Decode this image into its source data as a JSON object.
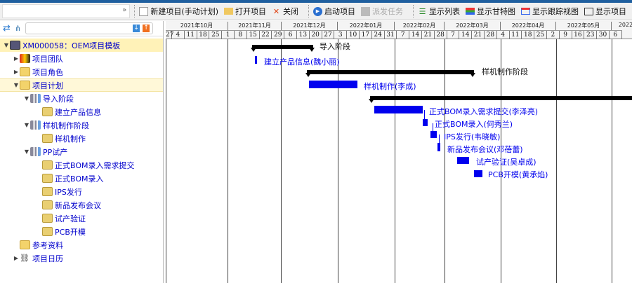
{
  "toolbar": {
    "items": [
      {
        "label": "新建项目(手动计划)",
        "icon": "new-document-icon"
      },
      {
        "label": "打开项目",
        "icon": "folder-open-icon"
      },
      {
        "label": "关闭",
        "icon": "close-icon"
      },
      {
        "label": "启动项目",
        "icon": "play-icon"
      },
      {
        "label": "派发任务",
        "icon": "dispatch-icon",
        "disabled": true
      },
      {
        "label": "显示列表",
        "icon": "list-icon"
      },
      {
        "label": "显示甘特图",
        "icon": "gantt-icon"
      },
      {
        "label": "显示跟踪视图",
        "icon": "tracking-icon"
      },
      {
        "label": "显示项目",
        "icon": "project-view-icon"
      }
    ]
  },
  "tree": {
    "root": "XM000058：OEM项目模板",
    "team": "项目团队",
    "roles": "项目角色",
    "plan": "项目计划",
    "phase1": "导入阶段",
    "t1": "建立产品信息",
    "phase2": "样机制作阶段",
    "t2": "样机制作",
    "phase3": "PP试产",
    "t3": "正式BOM录入需求提交",
    "t4": "正式BOM录入",
    "t5": "IPS发行",
    "t6": "新品发布会议",
    "t7": "试产验证",
    "t8": "PCB开模",
    "refs": "参考资料",
    "calendar": "项目日历"
  },
  "gantt": {
    "months": [
      "2021年10月",
      "2021年11月",
      "2021年12月",
      "2022年01月",
      "2022年02月",
      "2022年03月",
      "2022年04月",
      "2022年05月",
      "2022"
    ],
    "weeks": [
      "27",
      "4",
      "11",
      "18",
      "25",
      "1",
      "8",
      "15",
      "22",
      "29",
      "6",
      "13",
      "20",
      "27",
      "3",
      "10",
      "17",
      "24",
      "31",
      "7",
      "14",
      "21",
      "28",
      "7",
      "14",
      "21",
      "28",
      "4",
      "11",
      "18",
      "25",
      "2",
      "9",
      "16",
      "23",
      "30",
      "6"
    ],
    "labels": {
      "s1": "导入阶段",
      "b1": "建立产品信息(魏小丽)",
      "s2": "样机制作阶段",
      "b2": "样机制作(李成)",
      "b3": "正式BOM录入需求提交(李泽亮)",
      "b4": "正式BOM录入(何秀兰)",
      "b5": "IPS发行(韦晓敏)",
      "b6": "新品发布会议(邓蓓蕾)",
      "b7": "试产验证(吴卓成)",
      "b8": "PCB开模(黄承焰)"
    }
  }
}
